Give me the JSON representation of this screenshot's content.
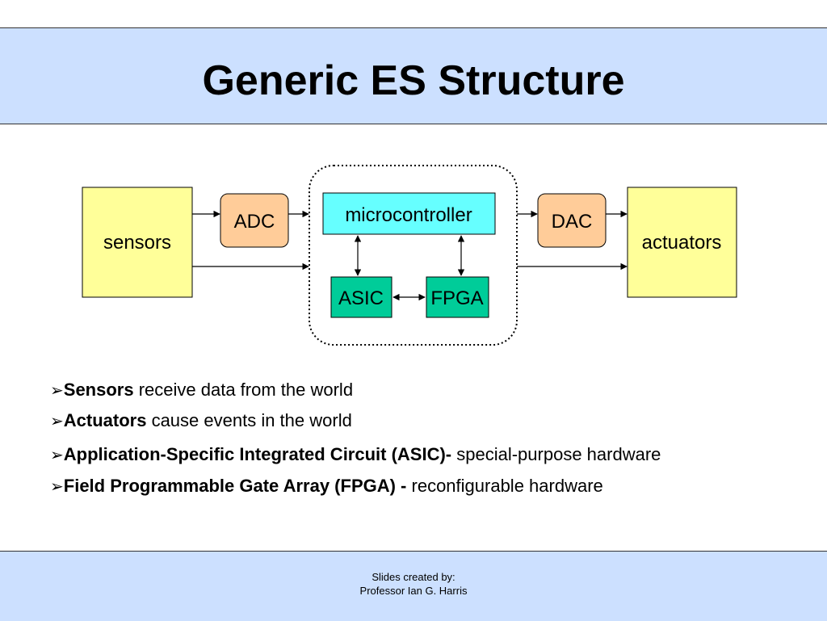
{
  "slide": {
    "title": "Generic ES Structure",
    "footer": {
      "line1": "Slides created by:",
      "line2": "Professor Ian G. Harris"
    }
  },
  "diagram": {
    "nodes": {
      "sensors": "sensors",
      "adc": "ADC",
      "microcontroller": "microcontroller",
      "asic": "ASIC",
      "fpga": "FPGA",
      "dac": "DAC",
      "actuators": "actuators"
    },
    "colors": {
      "yellow": "#ffff99",
      "orange": "#ffcc99",
      "cyan": "#66ffff",
      "green": "#00cc99"
    }
  },
  "bullets": [
    {
      "bold": "Sensors",
      "text": " receive data from the world"
    },
    {
      "bold": "Actuators",
      "text": " cause events in the world"
    },
    {
      "bold": "Application-Specific Integrated Circuit (ASIC)-",
      "text": " special-purpose hardware"
    },
    {
      "bold": "Field Programmable Gate Array (FPGA) -",
      "text": " reconfigurable hardware"
    }
  ]
}
